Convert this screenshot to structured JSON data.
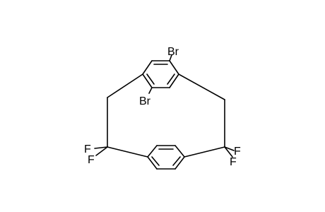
{
  "molecule": {
    "atom_labels": {
      "br_top": "Br",
      "br_middle": "Br",
      "f_left_1": "F",
      "f_left_2": "F",
      "f_right_1": "F",
      "f_right_2": "F"
    }
  }
}
